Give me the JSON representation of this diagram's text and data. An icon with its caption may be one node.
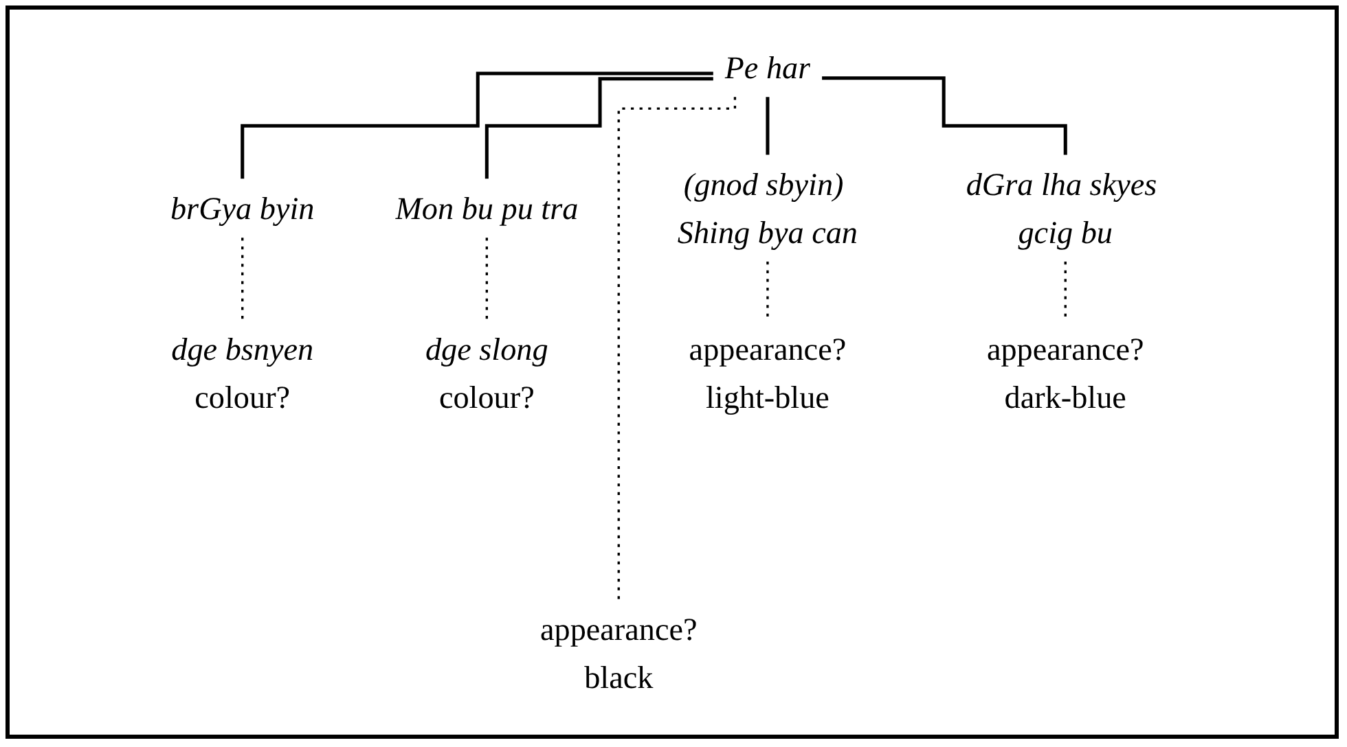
{
  "diagram": {
    "nodes": [
      {
        "text": [
          "Pe har"
        ]
      },
      {
        "text": [
          "brGya byin"
        ]
      },
      {
        "text": [
          "Mon bu pu tra"
        ]
      },
      {
        "text": [
          "(gnod sbyin) Shing bya can"
        ]
      },
      {
        "text": [
          "dGra lha skyes gcig bu"
        ]
      },
      {
        "text": [
          "dge bsnyen",
          "colour?"
        ]
      },
      {
        "text": [
          "dge slong",
          "colour?"
        ]
      },
      {
        "text": [
          "appearance?",
          "light-blue"
        ]
      },
      {
        "text": [
          "appearance?",
          "dark-blue"
        ]
      },
      {
        "text": [
          "appearance?",
          "black"
        ]
      }
    ],
    "edges": [
      {
        "from": 0,
        "to": 1,
        "arrow": "none"
      },
      {
        "from": 0,
        "to": 2,
        "arrow": "none"
      },
      {
        "from": 0,
        "to": 9,
        "arrow": "none",
        "style": "dashed"
      },
      {
        "from": 0,
        "to": 3,
        "arrow": "none"
      },
      {
        "from": 0,
        "to": 4,
        "arrow": "none"
      },
      {
        "from": 1,
        "to": 5,
        "arrow": "none",
        "style": "dashed"
      },
      {
        "from": 2,
        "to": 6,
        "arrow": "none",
        "style": "dashed"
      },
      {
        "from": 3,
        "to": 7,
        "arrow": "none",
        "style": "dashed"
      },
      {
        "from": 4,
        "to": 8,
        "arrow": "none",
        "style": "dashed"
      }
    ]
  }
}
